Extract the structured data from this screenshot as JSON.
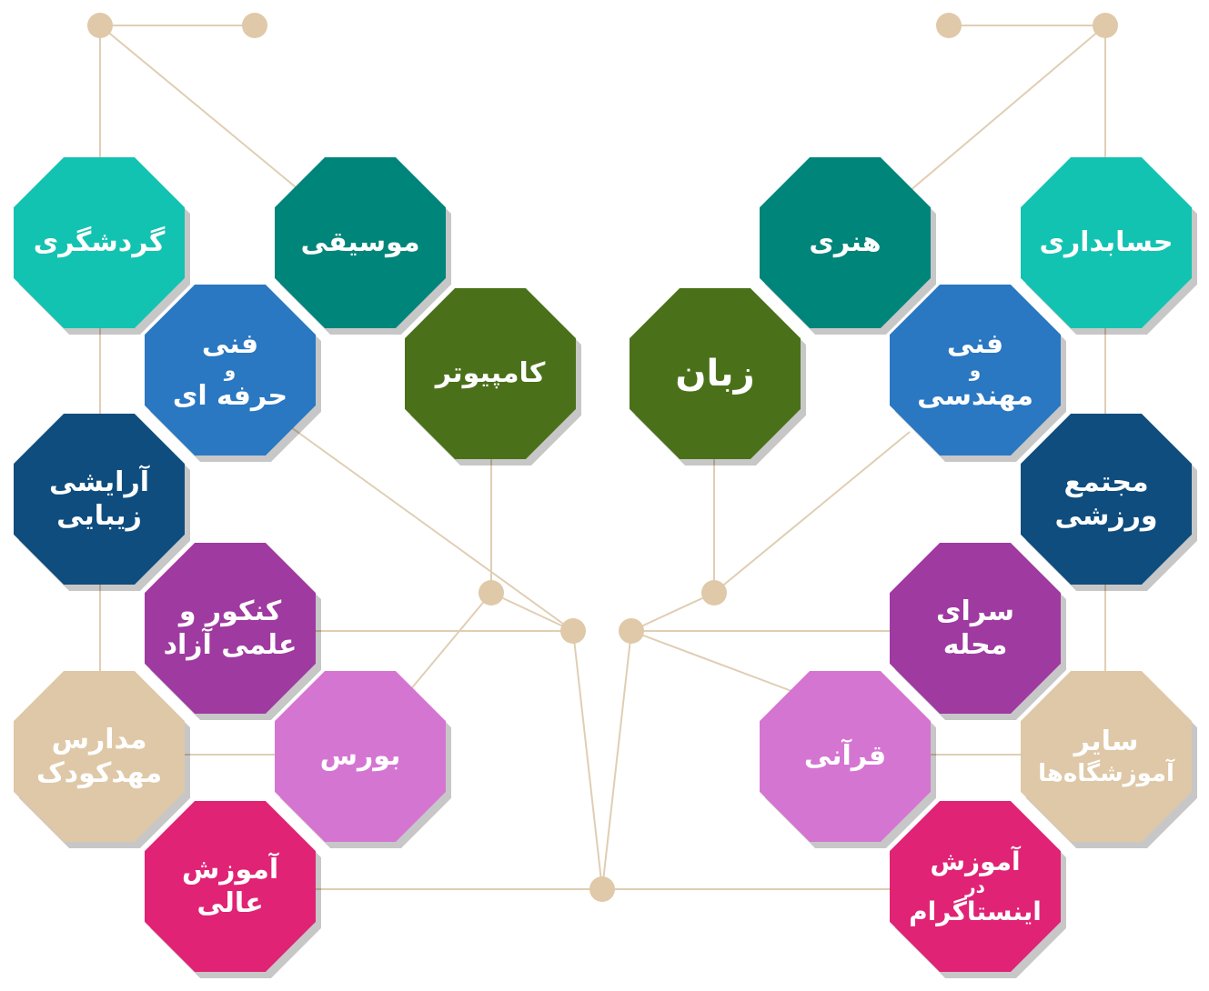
{
  "colors": {
    "line": "#e0ceb4",
    "dot": "#dfc9a8",
    "teal_light": "#13c3b1",
    "teal_dark": "#00857a",
    "blue": "#2a77c2",
    "green": "#4a7119",
    "navy": "#0e4d7e",
    "purple": "#9f3aa1",
    "orchid": "#d575d2",
    "beige": "#dfc8a7",
    "pink": "#e02374"
  },
  "nodes": {
    "gardeshgari": {
      "line1": "گردشگری"
    },
    "musighi": {
      "line1": "موسیقی"
    },
    "fani_herfei": {
      "line1": "فنی",
      "line2": "و",
      "line3": "حرفه ای"
    },
    "computer": {
      "line1": "کامپیوتر"
    },
    "arayeshi": {
      "line1": "آرایشی",
      "line2": "زیبایی"
    },
    "konkur": {
      "line1": "کنکور و",
      "line2": "علمی آزاد"
    },
    "madares": {
      "line1": "مدارس",
      "line2": "مهدکودک"
    },
    "burs": {
      "line1": "بورس"
    },
    "amuzesh_ali": {
      "line1": "آموزش",
      "line2": "عالی"
    },
    "honari": {
      "line1": "هنری"
    },
    "hesabdari": {
      "line1": "حسابداری"
    },
    "zaban": {
      "line1": "زبان"
    },
    "fani_mohandesi": {
      "line1": "فنی",
      "line2": "و",
      "line3": "مهندسی"
    },
    "mojtama": {
      "line1": "مجتمع",
      "line2": "ورزشی"
    },
    "saray": {
      "line1": "سرای",
      "line2": "محله"
    },
    "qurani": {
      "line1": "قرآنی"
    },
    "sayer": {
      "line1": "سایر",
      "line2": "آموزشگاه‌ها"
    },
    "instagram": {
      "line1": "آموزش",
      "line2": "در",
      "line3": "اینستاگرام"
    }
  }
}
